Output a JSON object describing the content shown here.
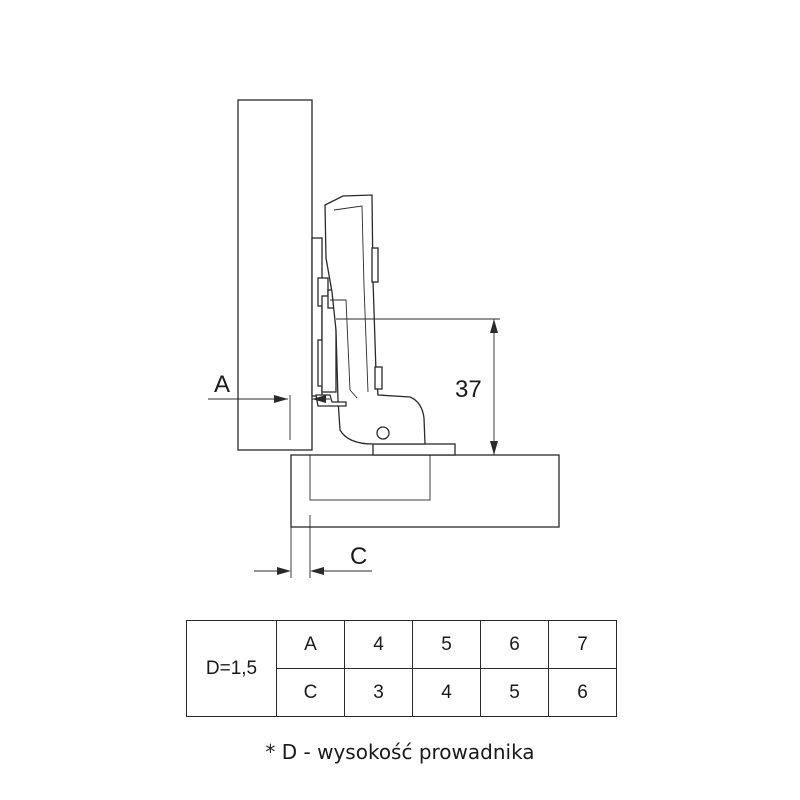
{
  "diagram": {
    "dim_a_label": "A",
    "dim_c_label": "C",
    "dim_height_label": "37"
  },
  "table": {
    "d_label": "D=1,5",
    "rows": [
      {
        "label": "A",
        "values": [
          "4",
          "5",
          "6",
          "7"
        ]
      },
      {
        "label": "C",
        "values": [
          "3",
          "4",
          "5",
          "6"
        ]
      }
    ]
  },
  "footnote": "* D - wysokość prowadnika"
}
